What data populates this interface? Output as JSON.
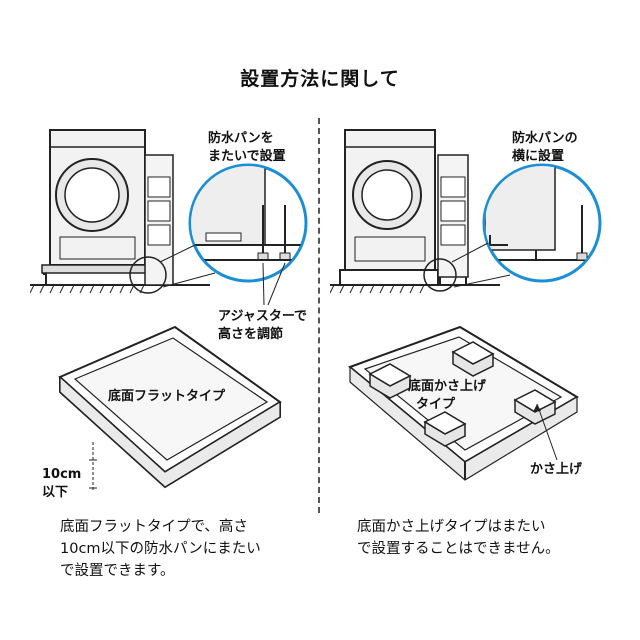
{
  "title": "設置方法に関して",
  "left": {
    "callout_line1": "防水パンを",
    "callout_line2": "またいで設置",
    "adjuster_line1": "アジャスターで",
    "adjuster_line2": "高さを調節",
    "tray_label": "底面フラットタイプ",
    "height_line1": "10cm",
    "height_line2": "以下",
    "caption_line1": "底面フラットタイプで、高さ",
    "caption_line2": "10cm以下の防水パンにまたい",
    "caption_line3": "で設置できます。"
  },
  "right": {
    "callout_line1": "防水パンの",
    "callout_line2": "横に設置",
    "tray_label_line1": "底面かさ上げ",
    "tray_label_line2": "タイプ",
    "raise_label": "かさ上げ",
    "caption_line1": "底面かさ上げタイプはまたい",
    "caption_line2": "で設置することはできません。"
  },
  "colors": {
    "accent_circle": "#1a8fd6",
    "line": "#222222",
    "fill": "#eeeeee"
  }
}
